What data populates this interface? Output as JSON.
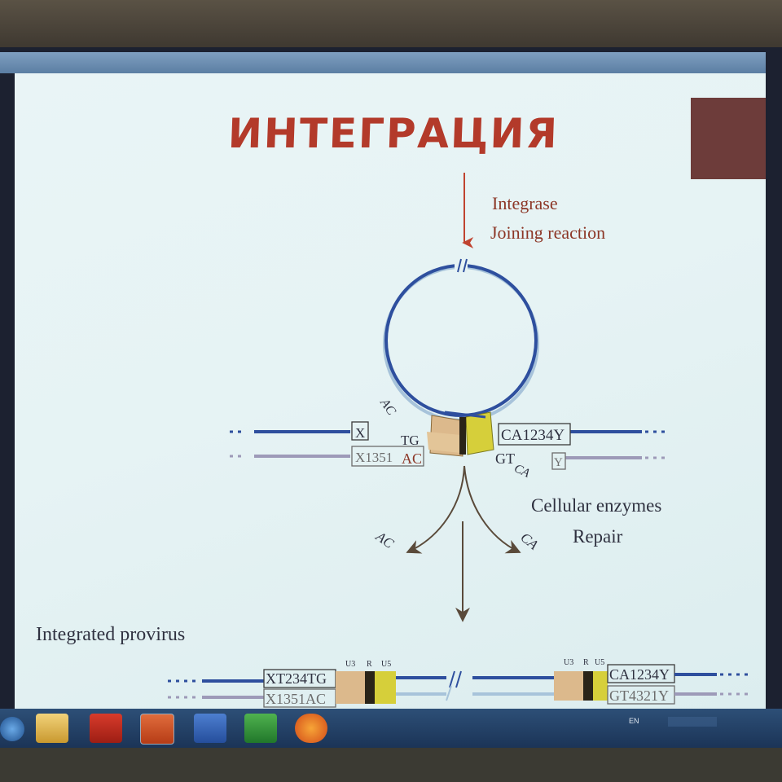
{
  "slide": {
    "title": "ИНТЕГРАЦИЯ",
    "step1": {
      "line1": "Integrase",
      "line2": "Joining reaction"
    },
    "step2": {
      "line1": "Cellular enzymes",
      "line2": "Repair"
    },
    "provirus_label": "Integrated provirus",
    "seq": {
      "host_top_left": "X",
      "host_bottom_left": "X1351",
      "ltr_left_top_end": "TG",
      "ltr_left_bottom_end": "AC",
      "ltr_right_top": "CA1234Y",
      "ltr_right_bottom_start": "GT",
      "overhang_left": "AC",
      "overhang_right": "CA",
      "host_bottom_right": "Y",
      "released_left": "AC",
      "released_right": "CA",
      "prov_left_top": "XT234TG",
      "prov_left_bottom": "X1351AC",
      "prov_right_top": "CA1234Y",
      "prov_right_bottom": "GT4321Y",
      "ltr_u3": "U3",
      "ltr_r": "R",
      "ltr_u5": "U5"
    }
  },
  "colors": {
    "title": "#b33a2a",
    "label": "#8c3626",
    "dna_strand_dark": "#2e4f9e",
    "dna_strand_light": "#a7c3da",
    "host_strand_bottom": "#9d9ab8",
    "ltr_tan": "#dcb98c",
    "ltr_yellow": "#d6cf3a",
    "arrow": "#5a4a3a"
  },
  "taskbar": {
    "icons": [
      "windows-start-icon",
      "file-explorer-icon",
      "acrobat-icon",
      "powerpoint-icon",
      "word-icon",
      "excel-icon",
      "firefox-icon"
    ],
    "language": "EN"
  }
}
